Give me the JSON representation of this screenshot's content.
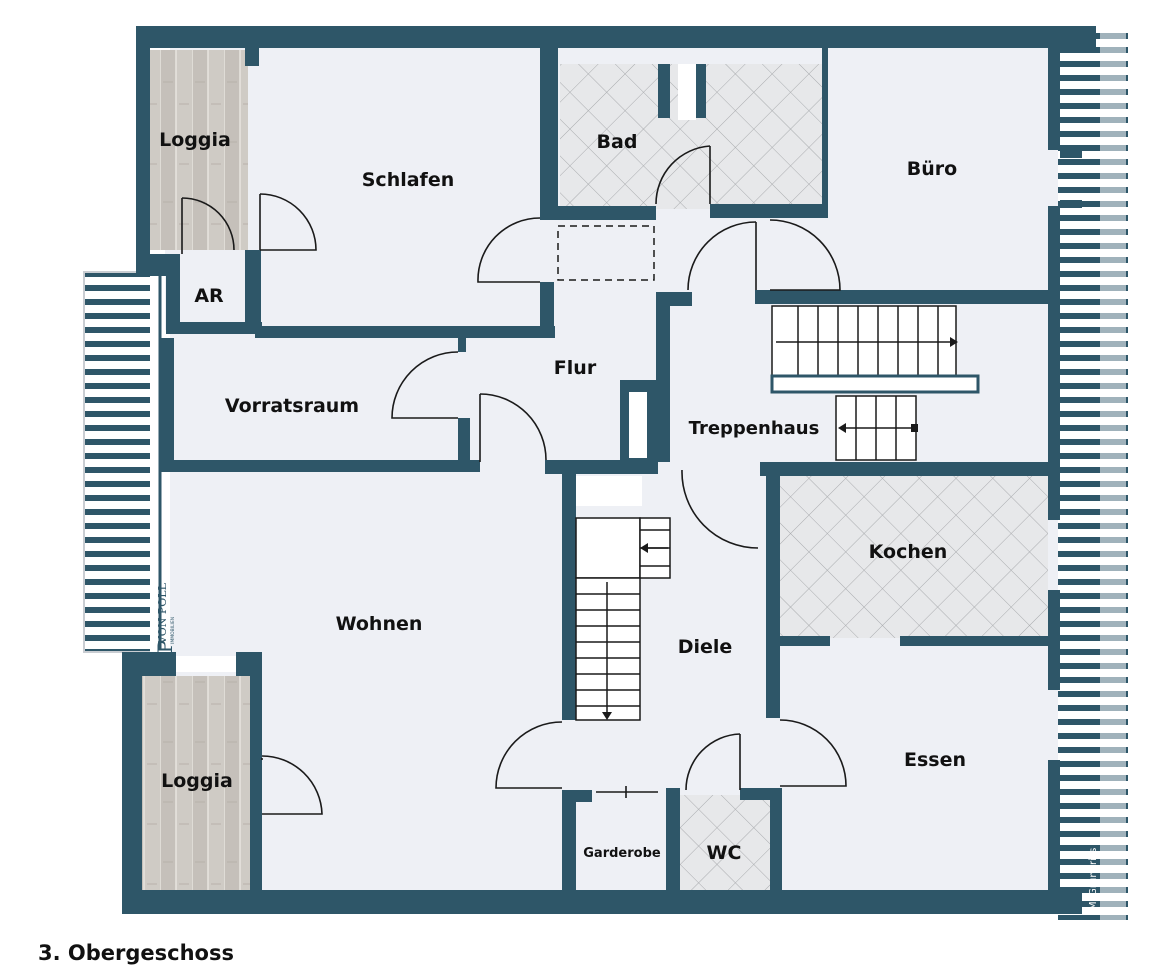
{
  "plan": {
    "caption": "3. Obergeschoss",
    "credit": "McGrundriss",
    "logo": {
      "mark": "VP",
      "name": "VON POLL",
      "sub": "IMMOBILIEN"
    },
    "rooms": {
      "loggia_top": "Loggia",
      "schlafen": "Schlafen",
      "bad": "Bad",
      "buero": "Büro",
      "ar": "AR",
      "vorratsraum": "Vorratsraum",
      "flur": "Flur",
      "treppenhaus": "Treppenhaus",
      "kochen": "Kochen",
      "wohnen": "Wohnen",
      "diele": "Diele",
      "loggia_bottom": "Loggia",
      "essen": "Essen",
      "garderobe": "Garderobe",
      "wc": "WC"
    },
    "colors": {
      "wall": "#2e5668",
      "floor": "#eef0f5",
      "tile": "#e7e8ea",
      "wood": "#cfcbc5",
      "text": "#111111"
    }
  }
}
